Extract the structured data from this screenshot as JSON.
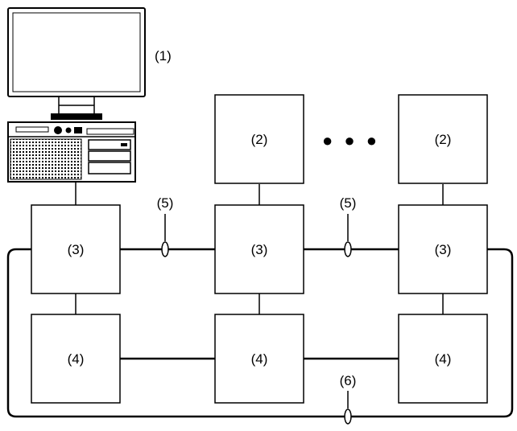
{
  "labels": {
    "computer": "(1)",
    "device": "(2)",
    "device_dots": "● ● ●",
    "unit_a": "(3)",
    "unit_b": "(4)",
    "link": "(5)",
    "ring": "(6)"
  },
  "icons": {
    "computer": "computer-workstation-icon"
  },
  "colors": {
    "line": "#000000",
    "background": "#ffffff"
  }
}
